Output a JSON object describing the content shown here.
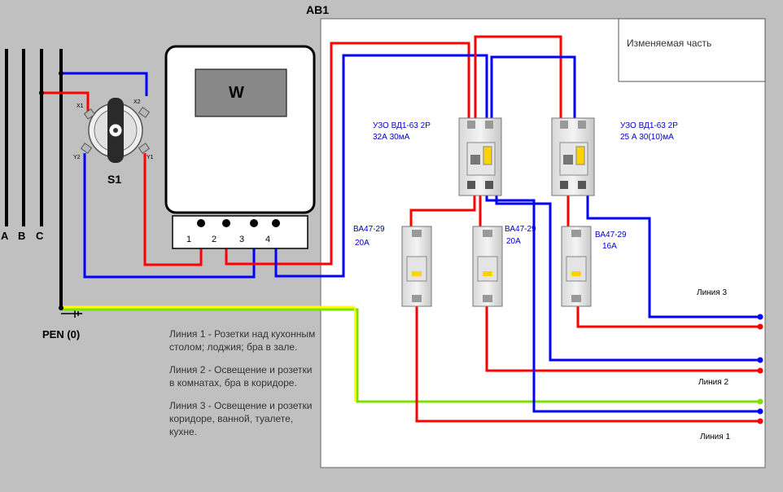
{
  "panel": {
    "title": "АВ1",
    "changeable_label": "Изменяемая часть"
  },
  "phases": {
    "a": "A",
    "b": "B",
    "c": "C",
    "pen": "PEN (0)"
  },
  "switch": {
    "label": "S1",
    "x1": "X1",
    "x2": "X2",
    "y1": "Y1",
    "y2": "Y2"
  },
  "meter": {
    "display": "W",
    "terminals": [
      "1",
      "2",
      "3",
      "4"
    ]
  },
  "rcd": [
    {
      "model": "УЗО ВД1-63 2Р",
      "rating": "32А 30мА"
    },
    {
      "model": "УЗО ВД1-63 2Р",
      "rating": "25 А 30(10)мА"
    }
  ],
  "breakers": [
    {
      "model": "ВА47-29",
      "rating": "20А"
    },
    {
      "model": "ВА47-29",
      "rating": "20А"
    },
    {
      "model": "ВА47-29",
      "rating": "16А"
    }
  ],
  "lines": {
    "line1": "Линия 1",
    "line2": "Линия 2",
    "line3": "Линия 3"
  },
  "notes": [
    "Линия 1 -  Розетки над кухонным столом; лоджия; бра в зале.",
    "Линия 2 - Освещение и розетки в  комнатах, бра в коридоре.",
    "Линия 3 - Освещение и розетки коридоре, ванной, туалете, кухне."
  ],
  "colors": {
    "phase_wire": "#ff0000",
    "neutral_wire": "#0000ff",
    "ground_wire_a": "#ffff00",
    "ground_wire_b": "#00c000",
    "background": "#c0c0c0",
    "panel": "#ffffff"
  }
}
